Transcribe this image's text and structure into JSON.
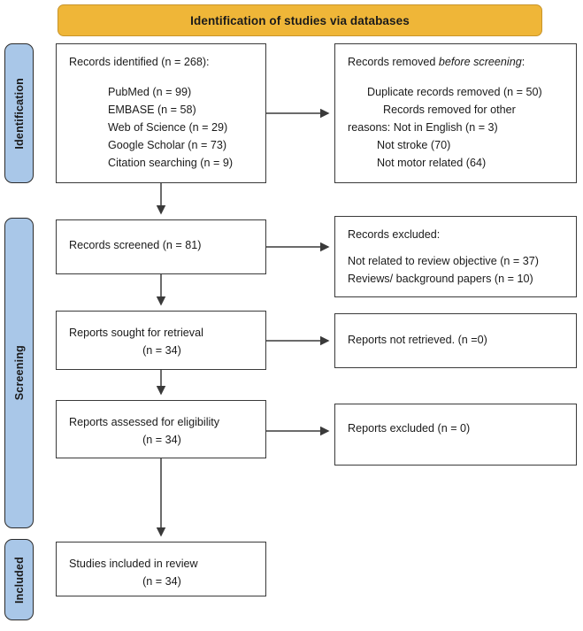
{
  "banner": {
    "title": "Identification of studies via databases",
    "color": "#EFB638"
  },
  "stage_bars": {
    "color": "#A9C7E8",
    "items": [
      {
        "id": "identification",
        "label": "Identification"
      },
      {
        "id": "screening",
        "label": "Screening"
      },
      {
        "id": "included",
        "label": "Included"
      }
    ]
  },
  "boxes": {
    "identified": {
      "heading": "Records identified (n = 268):",
      "sources": [
        "PubMed (n = 99)",
        "EMBASE (n = 58)",
        "Web of Science (n = 29)",
        "Google Scholar (n = 73)",
        "Citation searching (n = 9)"
      ]
    },
    "removed": {
      "heading_prefix": "Records removed ",
      "heading_italic": "before screening",
      "heading_suffix": ":",
      "lines": [
        "Duplicate records removed (n = 50)",
        "Records removed for other",
        "reasons: Not in English (n = 3)",
        "Not stroke (70)",
        "Not motor related (64)"
      ]
    },
    "screened": {
      "line": "Records screened (n = 81)"
    },
    "excluded_records": {
      "heading": "Records excluded:",
      "lines": [
        "Not related to review objective (n = 37)",
        "Reviews/ background papers (n = 10)"
      ]
    },
    "sought": {
      "line1": "Reports sought for retrieval",
      "line2": "(n = 34)"
    },
    "not_retrieved": {
      "line": "Reports not retrieved. (n =0)"
    },
    "assessed": {
      "line1": "Reports assessed for eligibility",
      "line2": "(n = 34)"
    },
    "excluded_reports": {
      "line": "Reports excluded (n = 0)"
    },
    "included": {
      "line1": "Studies included in review",
      "line2": "(n = 34)"
    }
  },
  "connectors": [
    {
      "id": "identified-to-removed",
      "kind": "horizontal-arrow"
    },
    {
      "id": "identified-to-screened",
      "kind": "vertical-arrow"
    },
    {
      "id": "screened-to-excluded-records",
      "kind": "horizontal-arrow"
    },
    {
      "id": "screened-to-sought",
      "kind": "vertical-arrow"
    },
    {
      "id": "sought-to-not-retrieved",
      "kind": "horizontal-arrow"
    },
    {
      "id": "sought-to-assessed",
      "kind": "vertical-arrow"
    },
    {
      "id": "assessed-to-excluded-reports",
      "kind": "horizontal-arrow"
    },
    {
      "id": "assessed-to-included",
      "kind": "vertical-arrow"
    }
  ]
}
